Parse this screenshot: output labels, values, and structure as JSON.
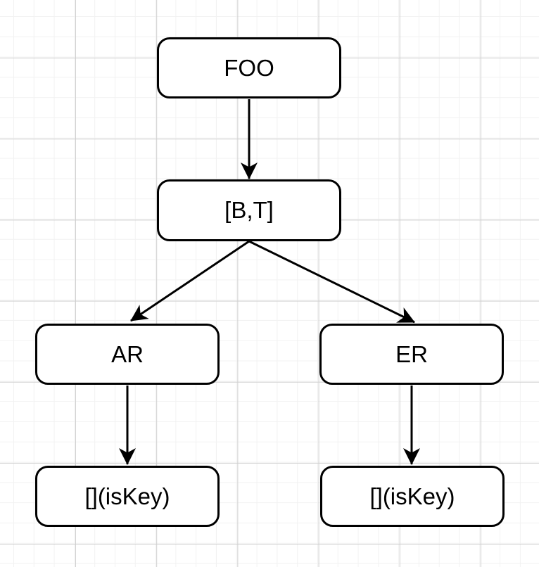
{
  "diagram": {
    "type": "flowchart-tree",
    "nodes": [
      {
        "id": "foo",
        "label": "FOO"
      },
      {
        "id": "bt",
        "label": "[B,T]"
      },
      {
        "id": "ar",
        "label": "AR"
      },
      {
        "id": "er",
        "label": "ER"
      },
      {
        "id": "iskey_left",
        "label": "[](isKey)"
      },
      {
        "id": "iskey_right",
        "label": "[](isKey)"
      }
    ],
    "edges": [
      {
        "from": "foo",
        "to": "bt",
        "arrow": "filled-triangle"
      },
      {
        "from": "bt",
        "to": "ar",
        "arrow": "filled-triangle"
      },
      {
        "from": "bt",
        "to": "er",
        "arrow": "filled-triangle"
      },
      {
        "from": "ar",
        "to": "iskey_left",
        "arrow": "filled-triangle"
      },
      {
        "from": "er",
        "to": "iskey_right",
        "arrow": "filled-triangle"
      }
    ],
    "colors": {
      "background": "#ffffff",
      "node_fill": "#ffffff",
      "node_border": "#000000",
      "node_text": "#000000",
      "edge": "#000000",
      "grid_minor": "#f2f2f2",
      "grid_major": "#cfcfcf"
    }
  }
}
